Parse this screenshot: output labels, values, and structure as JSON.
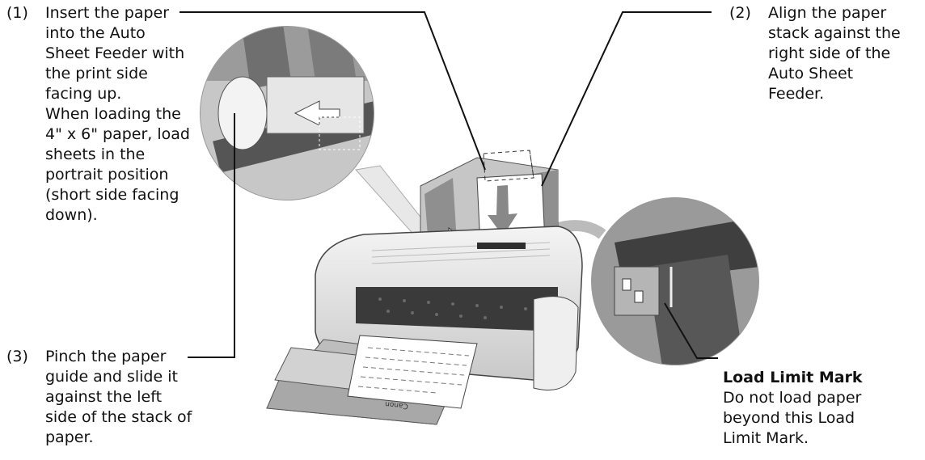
{
  "steps": [
    {
      "number": "(1)",
      "lines": [
        "Insert the paper",
        "into the Auto",
        "Sheet Feeder with",
        "the print side",
        "facing up.",
        "When loading the",
        "4\" x 6\" paper, load",
        "sheets in the",
        "portrait position",
        "(short side facing",
        "down)."
      ]
    },
    {
      "number": "(2)",
      "lines": [
        "Align the paper",
        "stack against the",
        "right side of the",
        "Auto Sheet",
        "Feeder."
      ]
    },
    {
      "number": "(3)",
      "lines": [
        "Pinch the paper",
        "guide and slide it",
        "against the left",
        "side of the stack of",
        "paper."
      ]
    }
  ],
  "load_limit": {
    "title": "Load Limit Mark",
    "lines": [
      "Do not load paper",
      "beyond this Load",
      "Limit Mark."
    ]
  },
  "brand_text": "Canon",
  "colors": {
    "text": "#111111",
    "line": "#111111",
    "printer_body": "#e8e8e8",
    "printer_dark": "#3a3a3a",
    "zoom_bg": "#8a8a8a"
  }
}
